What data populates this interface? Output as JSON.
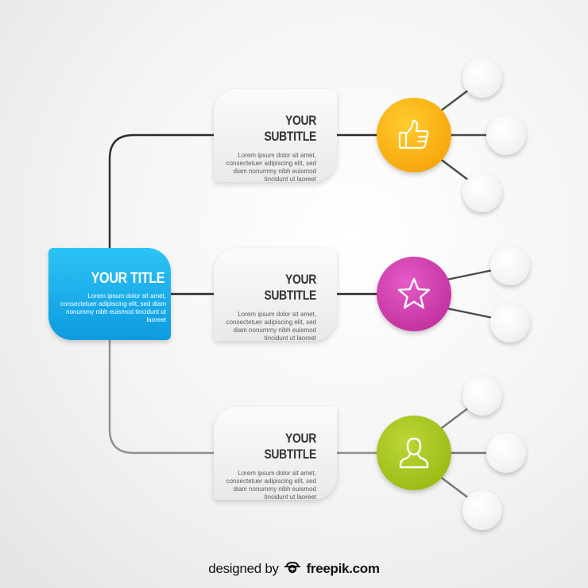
{
  "title_box": {
    "title": "YOUR TITLE",
    "body": "Lorem ipsum dolor sit amet, consectetuer adipiscing elit, sed diam nonummy nibh euismod tincidunt ut laoreet"
  },
  "branches": [
    {
      "subtitle": "YOUR SUBTITLE",
      "body": "Lorem ipsum dolor sit amet, consectetuer adipiscing elit, sed diam nonummy nibh euismod tincidunt ut laoreet",
      "icon": "thumbs-up-icon",
      "color": "#f7a70b"
    },
    {
      "subtitle": "YOUR SUBTITLE",
      "body": "Lorem ipsum dolor sit amet, consectetuer adipiscing elit, sed diam nonummy nibh euismod tincidunt ut laoreet",
      "icon": "star-icon",
      "color": "#c4339f"
    },
    {
      "subtitle": "YOUR SUBTITLE",
      "body": "Lorem ipsum dolor sit amet, consectetuer adipiscing elit, sed diam nonummy nibh euismod tincidunt ut laoreet",
      "icon": "user-icon",
      "color": "#9bbd16"
    }
  ],
  "title_color": "#0d9be0",
  "credit": {
    "prefix": "designed by",
    "brand": "freepik.com",
    "icon": "freepik-logo-icon"
  }
}
